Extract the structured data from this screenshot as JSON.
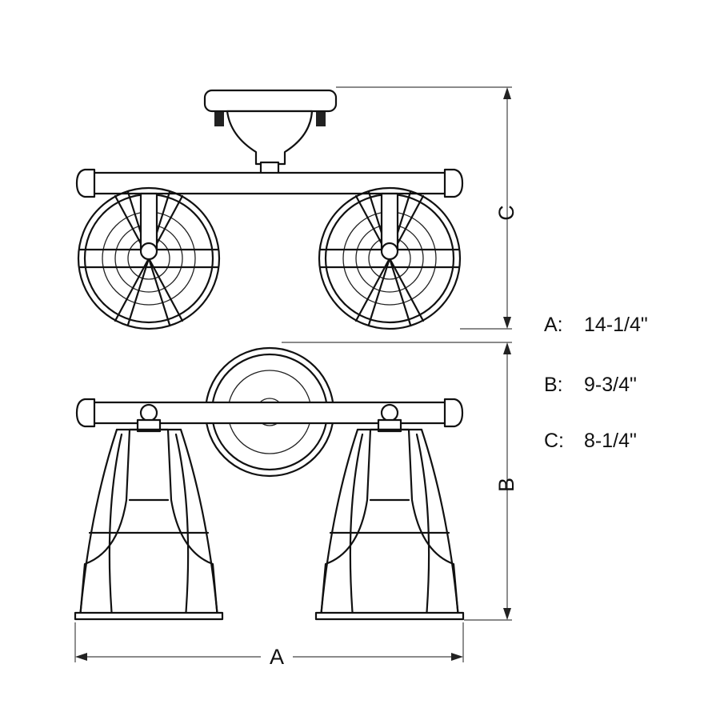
{
  "dimension_letters": {
    "a": "A",
    "b": "B",
    "c": "C"
  },
  "legend": [
    {
      "key": "A:",
      "value": "14-1/4\""
    },
    {
      "key": "B:",
      "value": "9-3/4\""
    },
    {
      "key": "C:",
      "value": "8-1/4\""
    }
  ]
}
